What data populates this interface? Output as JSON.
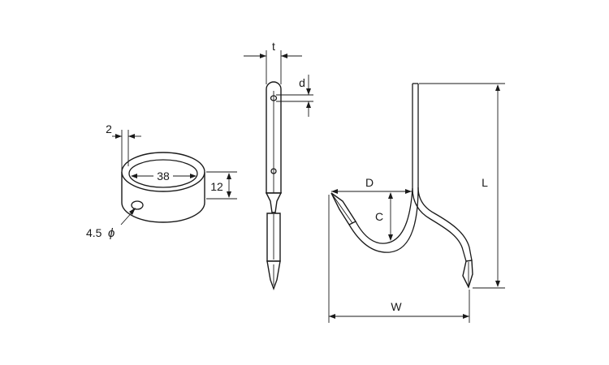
{
  "diagram": {
    "ring": {
      "wall_label": "2",
      "inner_diameter_label": "38",
      "height_label": "12",
      "hole_label": "4.5",
      "hole_symbol": "ϕ"
    },
    "side_view": {
      "thickness_label": "t",
      "hole_label": "d"
    },
    "hook": {
      "length_label": "L",
      "depth_label": "D",
      "clearance_label": "C",
      "width_label": "W"
    }
  }
}
